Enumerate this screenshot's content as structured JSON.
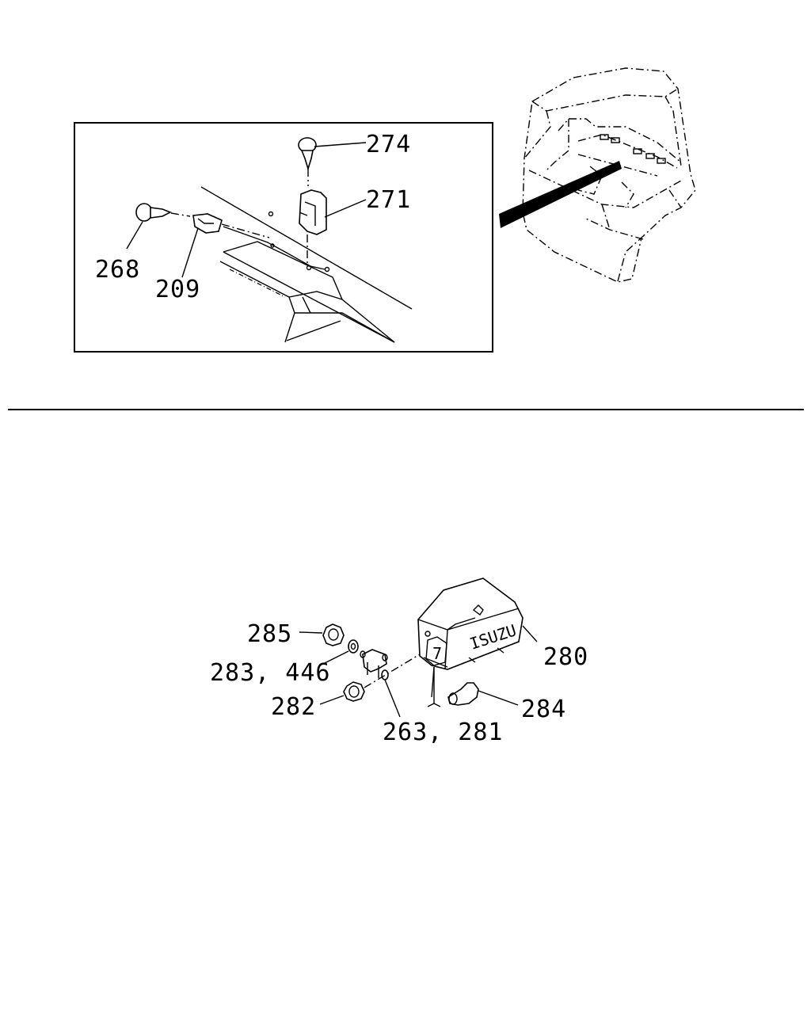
{
  "upper_view": {
    "labels": {
      "p274": "274",
      "p271": "271",
      "p268": "268",
      "p209": "209"
    }
  },
  "lower_view": {
    "labels": {
      "p285": "285",
      "p283_446": "283, 446",
      "p282": "282",
      "p263_281": "263, 281",
      "p280": "280",
      "p284": "284"
    },
    "housing_logo": "ISUZU",
    "housing_digit": "7"
  }
}
